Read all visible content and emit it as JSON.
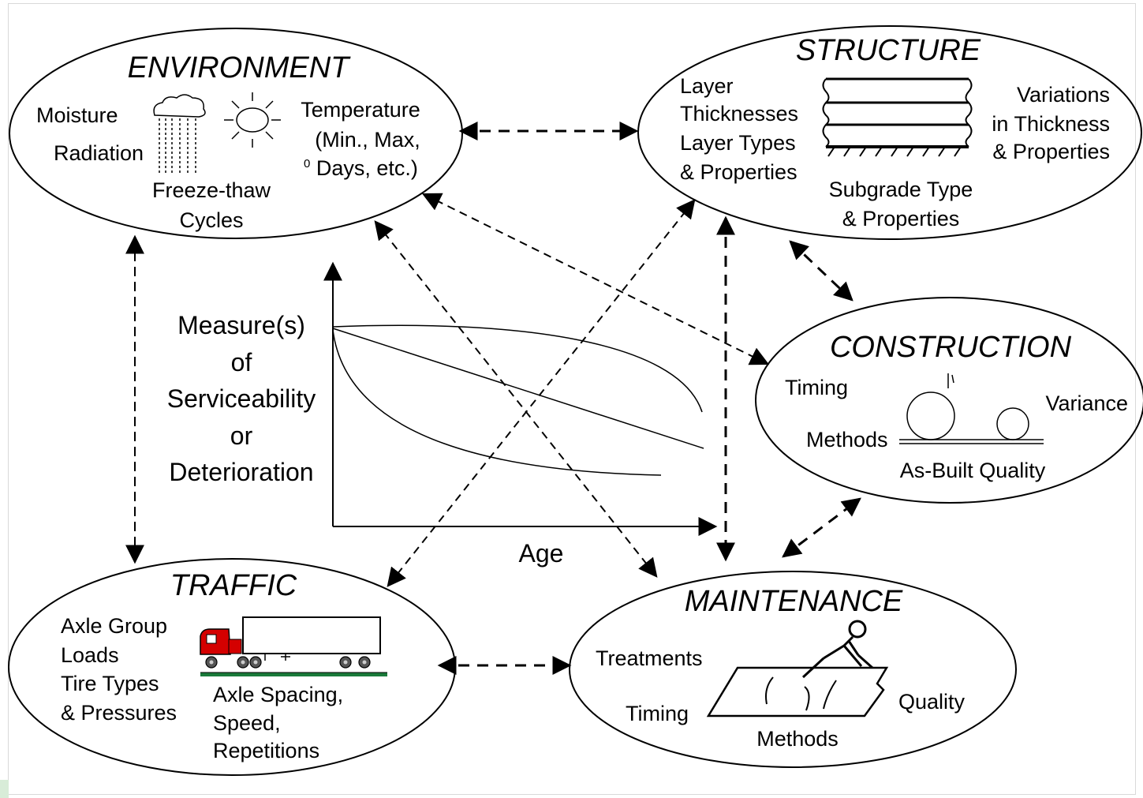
{
  "environment": {
    "title": "ENVIRONMENT",
    "moisture": "Moisture",
    "radiation": "Radiation",
    "freeze_thaw_1": "Freeze-thaw",
    "freeze_thaw_2": "Cycles",
    "temperature_1": "Temperature",
    "temperature_2": "(Min., Max,",
    "temperature_3_sup": "0",
    "temperature_3": " Days, etc.)"
  },
  "structure": {
    "title": "STRUCTURE",
    "layer_1": "Layer",
    "layer_2": "Thicknesses",
    "layer_3": "Layer Types",
    "layer_4": "& Properties",
    "variations_1": "Variations",
    "variations_2": "in Thickness",
    "variations_3": "& Properties",
    "subgrade_1": "Subgrade Type",
    "subgrade_2": "& Properties"
  },
  "construction": {
    "title": "CONSTRUCTION",
    "timing": "Timing",
    "variance": "Variance",
    "methods": "Methods",
    "as_built": "As-Built Quality"
  },
  "traffic": {
    "title": "TRAFFIC",
    "axle_1": "Axle Group",
    "axle_2": "Loads",
    "axle_3": "Tire Types",
    "axle_4": "& Pressures",
    "spacing_1": "Axle Spacing,",
    "spacing_2": "Speed,",
    "spacing_3": "Repetitions"
  },
  "maintenance": {
    "title": "MAINTENANCE",
    "treatments": "Treatments",
    "timing": "Timing",
    "methods": "Methods",
    "quality": "Quality"
  },
  "graph": {
    "ylabel_1": "Measure(s)",
    "ylabel_2": "of",
    "ylabel_3": "Serviceability",
    "ylabel_4": "or",
    "ylabel_5": "Deterioration",
    "xlabel": "Age"
  },
  "colors": {
    "truck_cab": "#d40000",
    "road_green": "#1a7a3a",
    "line": "#000000"
  }
}
